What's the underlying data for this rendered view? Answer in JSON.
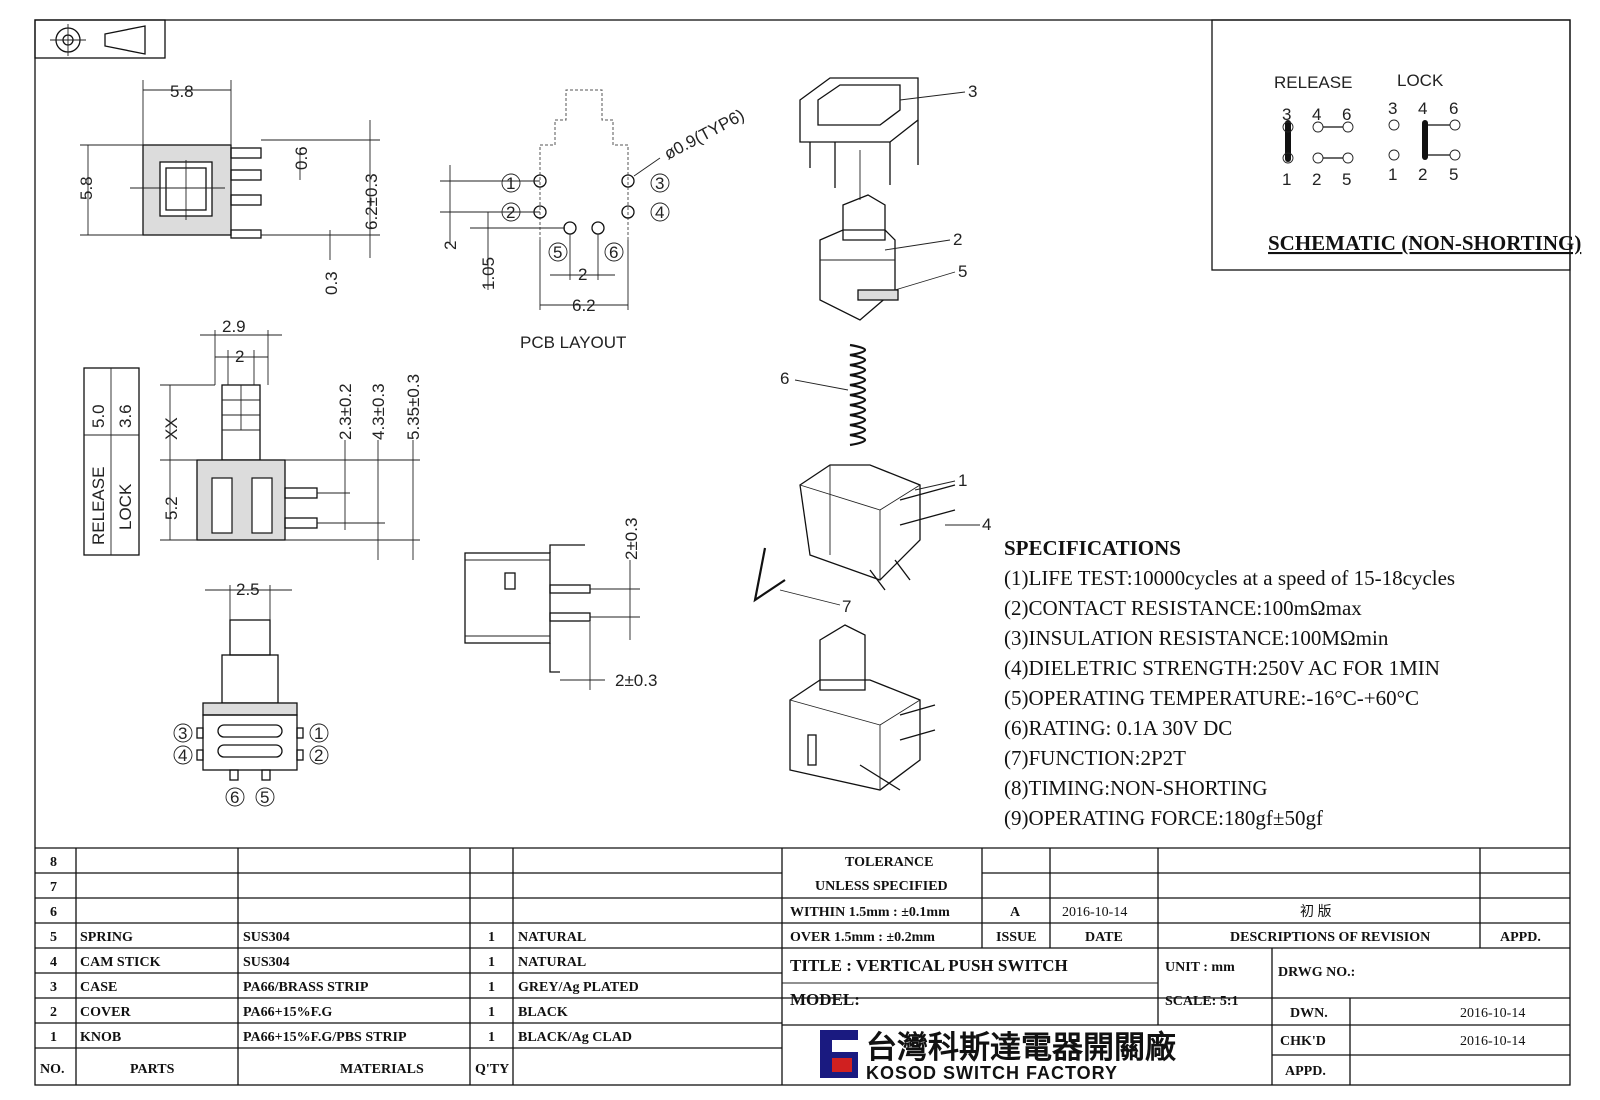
{
  "views": {
    "top_width": "5.8",
    "top_height": "5.8",
    "top_pin_gap": "0.6",
    "top_total": "6.2±0.3",
    "top_pin_thk": "0.3",
    "pcb_hole": "ø0.9(TYP6)",
    "pcb_pitch_v": "2",
    "pcb_offset": "1.05",
    "pcb_pitch_h": "2",
    "pcb_width": "6.2",
    "pcb_caption": "PCB  LAYOUT",
    "side_w1": "2.9",
    "side_w2": "2",
    "side_h1": "2.3±0.2",
    "side_h2": "4.3±0.3",
    "side_h3": "5.35±0.3",
    "side_xx": "XX",
    "side_52": "5.2",
    "stroke_release": "RELEASE",
    "stroke_lock": "LOCK",
    "stroke_release_val": "5.0",
    "stroke_lock_val": "3.6",
    "front_w": "2.5",
    "right_h": "2±0.3",
    "right_w": "2±0.3",
    "pins": [
      "1",
      "2",
      "3",
      "4",
      "5",
      "6"
    ]
  },
  "exploded_labels": [
    "3",
    "2",
    "5",
    "6",
    "1",
    "4",
    "7"
  ],
  "schematic": {
    "release": "RELEASE",
    "lock": "LOCK",
    "caption": "SCHEMATIC  (NON-SHORTING)",
    "nums_top": [
      "3",
      "4",
      "6"
    ],
    "nums_bottom": [
      "1",
      "2",
      "5"
    ]
  },
  "specs": {
    "title": "SPECIFICATIONS",
    "items": [
      "(1)LIFE  TEST:10000cycles  at  a  speed  of  15-18cycles",
      "(2)CONTACT  RESISTANCE:100mΩmax",
      "(3)INSULATION  RESISTANCE:100MΩmin",
      "(4)DIELETRIC  STRENGTH:250V  AC  FOR  1MIN",
      "(5)OPERATING  TEMPERATURE:-16°C-+60°C",
      "(6)RATING:  0.1A  30V  DC",
      "(7)FUNCTION:2P2T",
      "(8)TIMING:NON-SHORTING",
      "(9)OPERATING  FORCE:180gf±50gf"
    ]
  },
  "bom": {
    "headers": [
      "NO.",
      "PARTS",
      "MATERIALS",
      "Q'TY"
    ],
    "rows": [
      {
        "no": "8",
        "part": "",
        "material": "",
        "qty": "",
        "finish": ""
      },
      {
        "no": "7",
        "part": "",
        "material": "",
        "qty": "",
        "finish": ""
      },
      {
        "no": "6",
        "part": "",
        "material": "",
        "qty": "",
        "finish": ""
      },
      {
        "no": "5",
        "part": "SPRING",
        "material": "SUS304",
        "qty": "1",
        "finish": "NATURAL"
      },
      {
        "no": "4",
        "part": "CAM  STICK",
        "material": "SUS304",
        "qty": "1",
        "finish": "NATURAL"
      },
      {
        "no": "3",
        "part": "CASE",
        "material": "PA66/BRASS  STRIP",
        "qty": "1",
        "finish": "GREY/Ag  PLATED"
      },
      {
        "no": "2",
        "part": "COVER",
        "material": "PA66+15%F.G",
        "qty": "1",
        "finish": "BLACK"
      },
      {
        "no": "1",
        "part": "KNOB",
        "material": "PA66+15%F.G/PBS  STRIP",
        "qty": "1",
        "finish": "BLACK/Ag  CLAD"
      }
    ]
  },
  "tolerance": {
    "title1": "TOLERANCE",
    "title2": "UNLESS   SPECIFIED",
    "within": "WITHIN  1.5mm  :  ±0.1mm",
    "over": "OVER  1.5mm  :  ±0.2mm"
  },
  "revision": {
    "issue": "A",
    "date": "2016-10-14",
    "desc": "初   版",
    "h_issue": "ISSUE",
    "h_date": "DATE",
    "h_desc": "DESCRIPTIONS  OF  REVISION",
    "h_appd": "APPD."
  },
  "title_block": {
    "title": "TITLE  :   VERTICAL  PUSH  SWITCH",
    "unit": "UNIT  :   mm",
    "drwg": "DRWG  NO.:",
    "model": "MODEL:",
    "scale": "SCALE:  5:1",
    "dwn": "DWN.",
    "dwn_date": "2016-10-14",
    "chkd": "CHK'D",
    "chkd_date": "2016-10-14",
    "appd": "APPD.",
    "company_cn": "台灣科斯達電器開關廠",
    "company_en": "KOSOD SWITCH FACTORY"
  }
}
